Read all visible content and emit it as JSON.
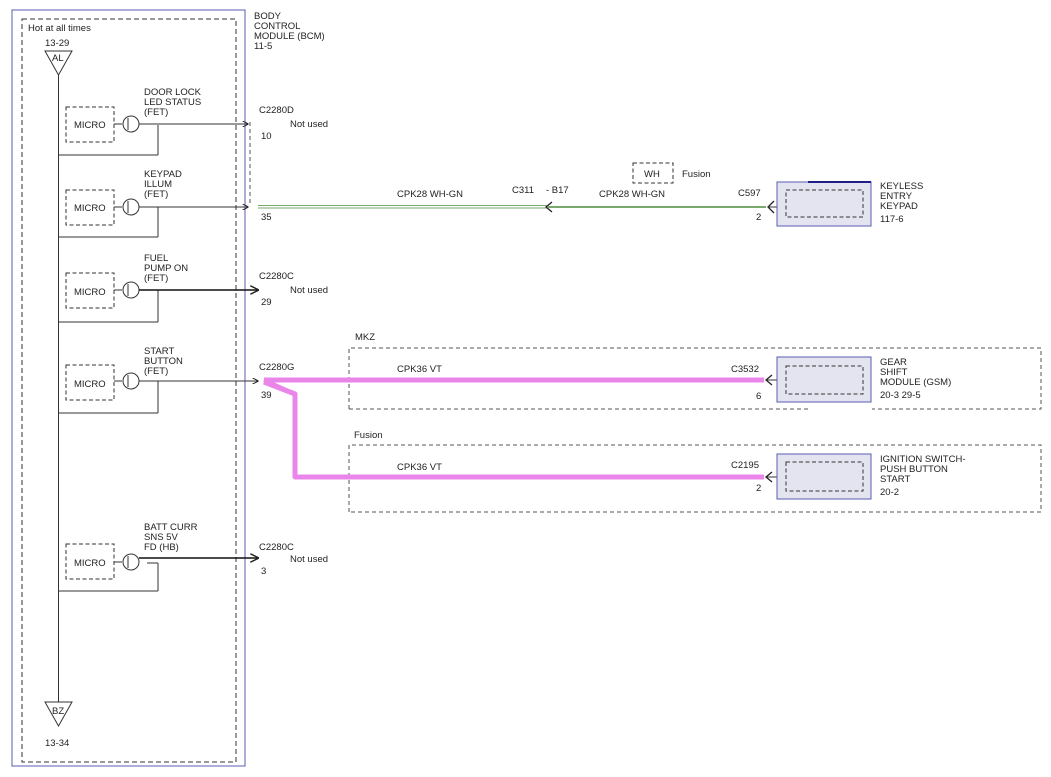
{
  "colors": {
    "module_border": "#5b5bb4",
    "wire": "#333333",
    "wh_gn_wire": "#7aa86e",
    "vt_wire": "#ea86ea",
    "dash": "#555555"
  },
  "bcm": {
    "title": [
      "BODY",
      "CONTROL",
      "MODULE (BCM)",
      "11-5"
    ],
    "hot": "Hot at all times",
    "top_ref": "13-29",
    "top_node": "AL",
    "bottom_node": "BZ",
    "bottom_ref": "13-34"
  },
  "micro_label": "MICRO",
  "circuits": [
    {
      "label": [
        "DOOR LOCK",
        "LED STATUS",
        "(FET)"
      ],
      "connector": "C2280D",
      "pin": "10",
      "note": "Not used"
    },
    {
      "label": [
        "KEYPAD",
        "ILLUM",
        "(FET)"
      ],
      "pin": "35"
    },
    {
      "label": [
        "FUEL",
        "PUMP ON",
        "(FET)"
      ],
      "connector": "C2280C",
      "pin": "29",
      "note": "Not used"
    },
    {
      "label": [
        "START",
        "BUTTON",
        "(FET)"
      ],
      "connector": "C2280G",
      "pin": "39"
    },
    {
      "label": [
        "BATT CURR",
        "SNS 5V",
        "FD (HB)"
      ],
      "connector": "C2280C",
      "pin": "3",
      "note": "Not used"
    }
  ],
  "keypad_wire": {
    "left": "CPK28   WH-GN",
    "inline": "C311",
    "inline_pin": "- B17",
    "right": "CPK28   WH-GN",
    "end_connector": "C597",
    "end_pin": "2",
    "option_box": "WH",
    "option_label": "Fusion"
  },
  "keypad": {
    "label": [
      "KEYLESS",
      "ENTRY",
      "KEYPAD",
      "117-6"
    ]
  },
  "mkz": {
    "label": "MKZ",
    "wire": "CPK36   VT",
    "connector": "C3532",
    "pin": "6",
    "module": [
      "GEAR",
      "SHIFT",
      "MODULE (GSM)",
      "20-3    29-5"
    ]
  },
  "fusion": {
    "label": "Fusion",
    "wire": "CPK36   VT",
    "connector": "C2195",
    "pin": "2",
    "module": [
      "IGNITION SWITCH-",
      "PUSH BUTTON",
      "START",
      "20-2"
    ]
  }
}
